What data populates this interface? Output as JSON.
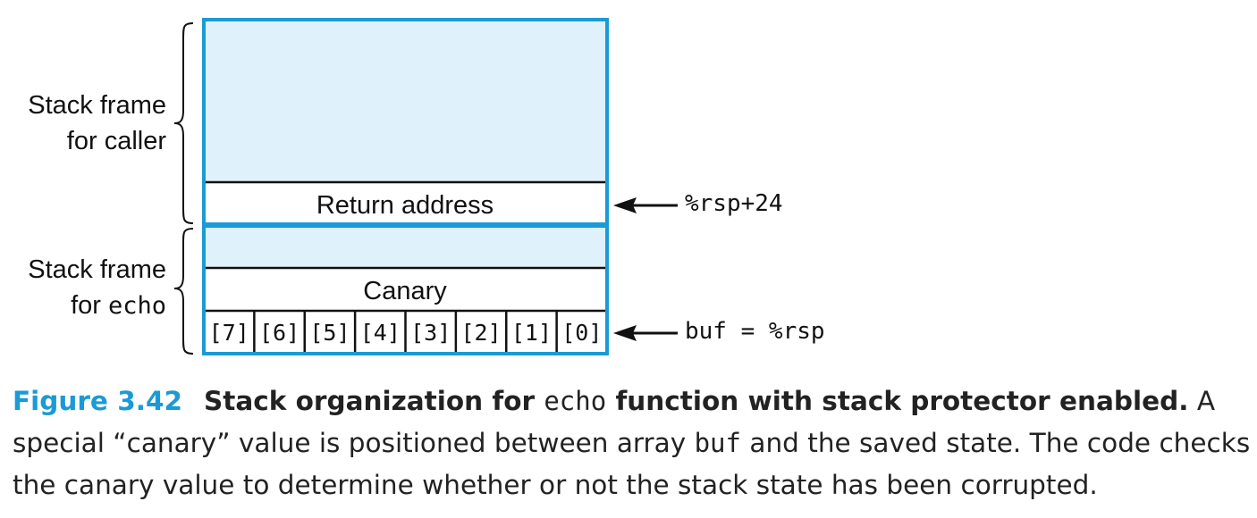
{
  "diagram": {
    "labels": {
      "caller_frame": [
        "Stack frame",
        "for caller"
      ],
      "echo_frame_prefix": "Stack frame",
      "echo_frame_for": "for",
      "echo_frame_name": "echo"
    },
    "cells": {
      "return_address": "Return address",
      "canary": "Canary",
      "buf": [
        "[7]",
        "[6]",
        "[5]",
        "[4]",
        "[3]",
        "[2]",
        "[1]",
        "[0]"
      ]
    },
    "pointers": {
      "return_address": "%rsp+24",
      "buf": "buf = %rsp"
    },
    "colors": {
      "frame_border": "#1a9ad6",
      "frame_fill": "#dff1fa",
      "cell_fill": "#ffffff",
      "line": "#111111"
    }
  },
  "caption": {
    "figure_number": "Figure 3.42",
    "title_part1": "Stack organization for",
    "title_code": "echo",
    "title_part2": "function with stack protector enabled.",
    "body_part1": "A special “canary” value is positioned between array",
    "body_code": "buf",
    "body_part2": "and the saved state. The code checks the canary value to determine whether or not the stack state has been corrupted."
  }
}
